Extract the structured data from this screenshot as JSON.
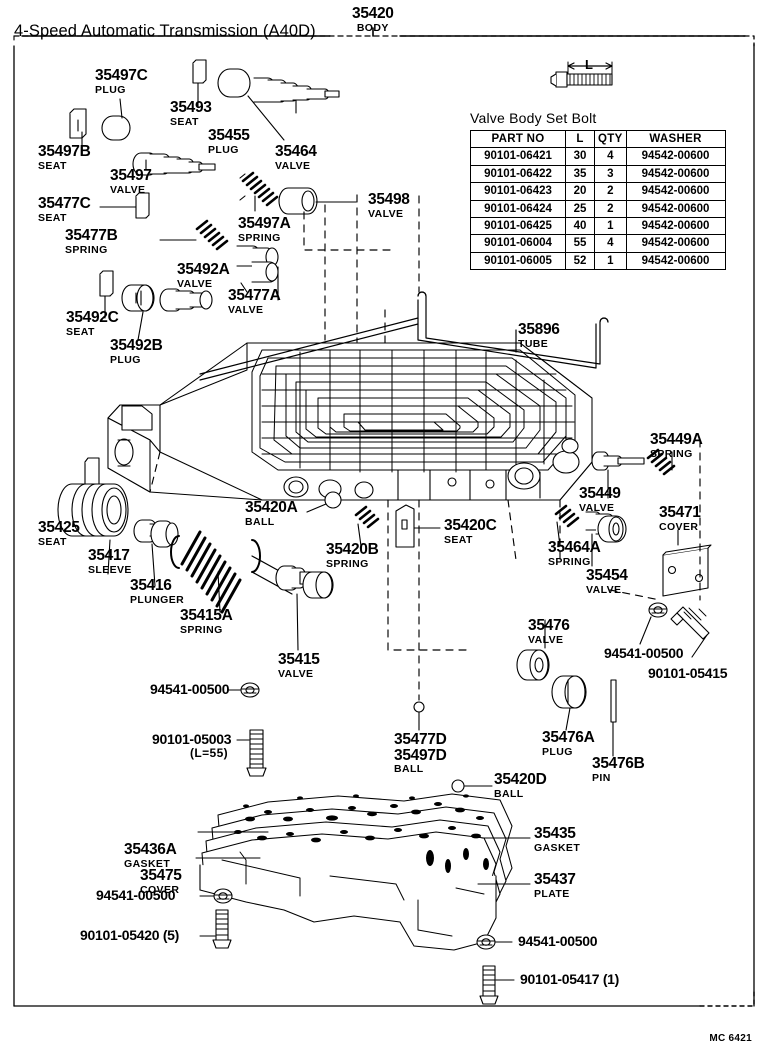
{
  "page": {
    "title": "4-Speed Automatic Transmission (A40D)",
    "footer_code": "MC 6421",
    "main_part": {
      "number": "35420",
      "desc": "BODY"
    }
  },
  "bolt_table": {
    "caption": "Valve Body Set Bolt",
    "dimension_label": "L",
    "headers": [
      "PART NO",
      "L",
      "QTY",
      "WASHER"
    ],
    "rows": [
      {
        "part_no": "90101-06421",
        "l": "30",
        "qty": "4",
        "washer": "94542-00600"
      },
      {
        "part_no": "90101-06422",
        "l": "35",
        "qty": "3",
        "washer": "94542-00600"
      },
      {
        "part_no": "90101-06423",
        "l": "20",
        "qty": "2",
        "washer": "94542-00600"
      },
      {
        "part_no": "90101-06424",
        "l": "25",
        "qty": "2",
        "washer": "94542-00600"
      },
      {
        "part_no": "90101-06425",
        "l": "40",
        "qty": "1",
        "washer": "94542-00600"
      },
      {
        "part_no": "90101-06004",
        "l": "55",
        "qty": "4",
        "washer": "94542-00600"
      },
      {
        "part_no": "90101-06005",
        "l": "52",
        "qty": "1",
        "washer": "94542-00600"
      }
    ]
  },
  "callouts": [
    {
      "id": "c01",
      "number": "35497C",
      "desc": "PLUG"
    },
    {
      "id": "c02",
      "number": "35497B",
      "desc": "SEAT"
    },
    {
      "id": "c03",
      "number": "35497",
      "desc": "VALVE"
    },
    {
      "id": "c04",
      "number": "35493",
      "desc": "SEAT"
    },
    {
      "id": "c05",
      "number": "35455",
      "desc": "PLUG"
    },
    {
      "id": "c06",
      "number": "35464",
      "desc": "VALVE"
    },
    {
      "id": "c07",
      "number": "35498",
      "desc": "VALVE"
    },
    {
      "id": "c08",
      "number": "35497A",
      "desc": "SPRING"
    },
    {
      "id": "c09",
      "number": "35477C",
      "desc": "SEAT"
    },
    {
      "id": "c10",
      "number": "35477B",
      "desc": "SPRING"
    },
    {
      "id": "c11",
      "number": "35492A",
      "desc": "VALVE"
    },
    {
      "id": "c12",
      "number": "35477A",
      "desc": "VALVE"
    },
    {
      "id": "c13",
      "number": "35492C",
      "desc": "SEAT"
    },
    {
      "id": "c14",
      "number": "35492B",
      "desc": "PLUG"
    },
    {
      "id": "c15",
      "number": "35896",
      "desc": "TUBE"
    },
    {
      "id": "c16",
      "number": "35449A",
      "desc": "SPRING"
    },
    {
      "id": "c17",
      "number": "35449",
      "desc": "VALVE"
    },
    {
      "id": "c18",
      "number": "35471",
      "desc": "COVER"
    },
    {
      "id": "c19",
      "number": "35464A",
      "desc": "SPRING"
    },
    {
      "id": "c20",
      "number": "35454",
      "desc": "VALVE"
    },
    {
      "id": "c21",
      "number": "35425",
      "desc": "SEAT"
    },
    {
      "id": "c22",
      "number": "35417",
      "desc": "SLEEVE"
    },
    {
      "id": "c23",
      "number": "35416",
      "desc": "PLUNGER"
    },
    {
      "id": "c24",
      "number": "35415A",
      "desc": "SPRING"
    },
    {
      "id": "c25",
      "number": "35415",
      "desc": "VALVE"
    },
    {
      "id": "c26",
      "number": "35420A",
      "desc": "BALL"
    },
    {
      "id": "c27",
      "number": "35420B",
      "desc": "SPRING"
    },
    {
      "id": "c28",
      "number": "35420C",
      "desc": "SEAT"
    },
    {
      "id": "c29",
      "number": "35476",
      "desc": "VALVE"
    },
    {
      "id": "c30",
      "number": "35476A",
      "desc": "PLUG"
    },
    {
      "id": "c31",
      "number": "35476B",
      "desc": "PIN"
    },
    {
      "id": "c32",
      "number": "35420D",
      "desc": "BALL"
    },
    {
      "id": "c33",
      "number": "35436A",
      "desc": "GASKET"
    },
    {
      "id": "c34",
      "number": "35475",
      "desc": "COVER"
    },
    {
      "id": "c35",
      "number": "35435",
      "desc": "GASKET"
    },
    {
      "id": "c36",
      "number": "35437",
      "desc": "PLATE"
    }
  ],
  "ball_stack": {
    "line1": "35477D",
    "line2": "35497D",
    "desc": "BALL"
  },
  "fasteners": [
    {
      "id": "f01",
      "label": "94541-00500"
    },
    {
      "id": "f02",
      "label": "90101-05003",
      "note": "(L=55)"
    },
    {
      "id": "f03",
      "label": "94541-00500"
    },
    {
      "id": "f04",
      "label": "90101-05415"
    },
    {
      "id": "f05",
      "label": "94541-00500"
    },
    {
      "id": "f06",
      "label": "90101-05420 (5)"
    },
    {
      "id": "f07",
      "label": "94541-00500"
    },
    {
      "id": "f08",
      "label": "90101-05417 (1)"
    }
  ],
  "colors": {
    "ink": "#000000",
    "paper": "#ffffff"
  }
}
